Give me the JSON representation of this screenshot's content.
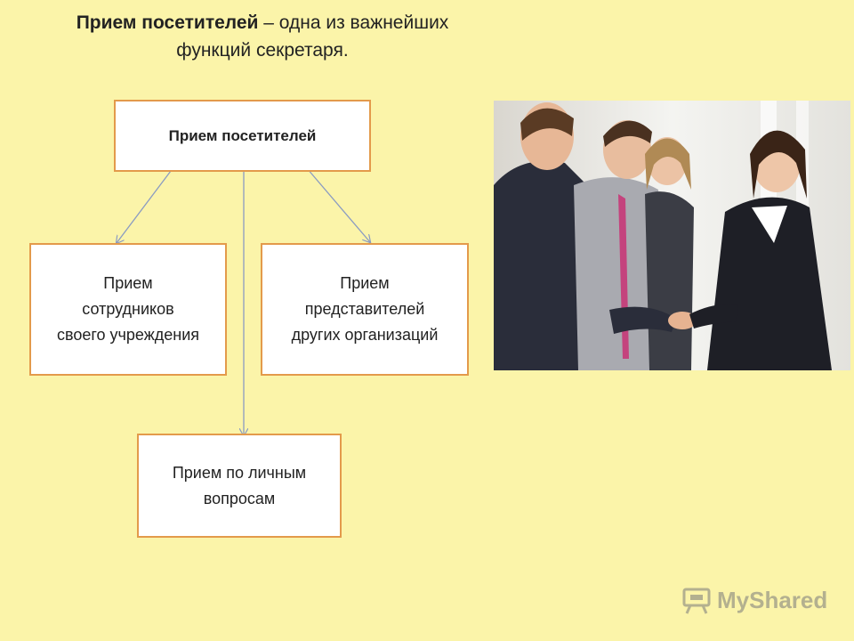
{
  "title": {
    "bold": "Прием посетителей",
    "rest_line1": " – одна из важнейших",
    "line2": "функций секретаря."
  },
  "diagram": {
    "root": "Прием посетителей",
    "left": [
      "Прием",
      "сотрудников",
      "своего учреждения"
    ],
    "right": [
      "Прием",
      "представителей",
      "других организаций"
    ],
    "bottom": [
      "Прием по личным",
      "вопросам"
    ]
  },
  "colors": {
    "background": "#fbf4a9",
    "box_border": "#e39a4b",
    "arrow": "#8a9bc2"
  },
  "watermark": {
    "text": "MyShared",
    "icon": "projector-icon"
  }
}
